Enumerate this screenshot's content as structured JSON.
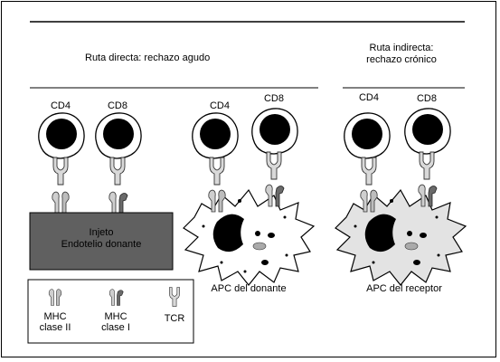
{
  "direct": {
    "title": "Ruta directa: rechazo agudo"
  },
  "indirect": {
    "title_line1": "Ruta indirecta:",
    "title_line2": "rechazo crónico"
  },
  "cells": {
    "cd4": "CD4",
    "cd8": "CD8"
  },
  "graft": {
    "line1": "Injeto",
    "line2": "Endotelio donante",
    "fill": "#606060"
  },
  "apc_donor": {
    "label": "APC del donante"
  },
  "apc_recipient": {
    "label": "APC del receptor",
    "fill": "#e3e3e3"
  },
  "legend": {
    "mhc2_line1": "MHC",
    "mhc2_line2": "clase II",
    "mhc1_line1": "MHC",
    "mhc1_line2": "clase I",
    "tcr": "TCR"
  }
}
